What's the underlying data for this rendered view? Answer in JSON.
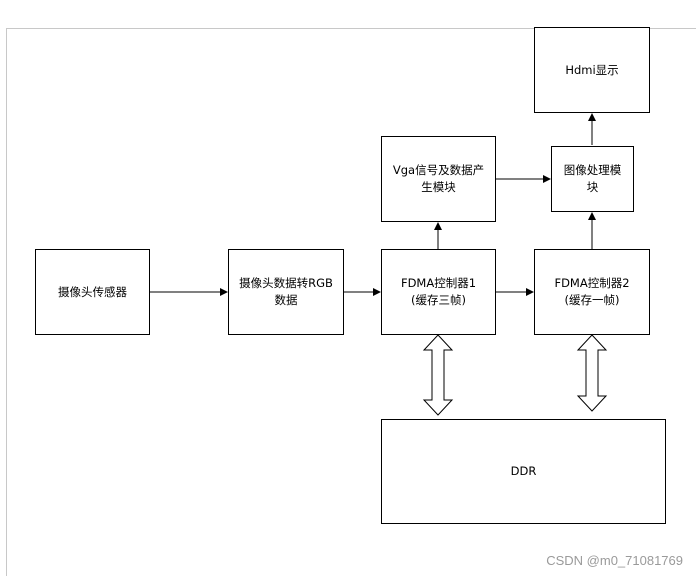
{
  "nodes": {
    "sensor": "摄像头传感器",
    "rgb_convert": "摄像头数据转RGB\n数据",
    "fdma1": "FDMA控制器1\n(缓存三帧)",
    "fdma2": "FDMA控制器2\n(缓存一帧)",
    "vga": "Vga信号及数据产\n生模块",
    "image_proc": "图像处理模\n块",
    "hdmi": "Hdmi显示",
    "ddr": "DDR"
  },
  "watermark": "CSDN @m0_71081769"
}
